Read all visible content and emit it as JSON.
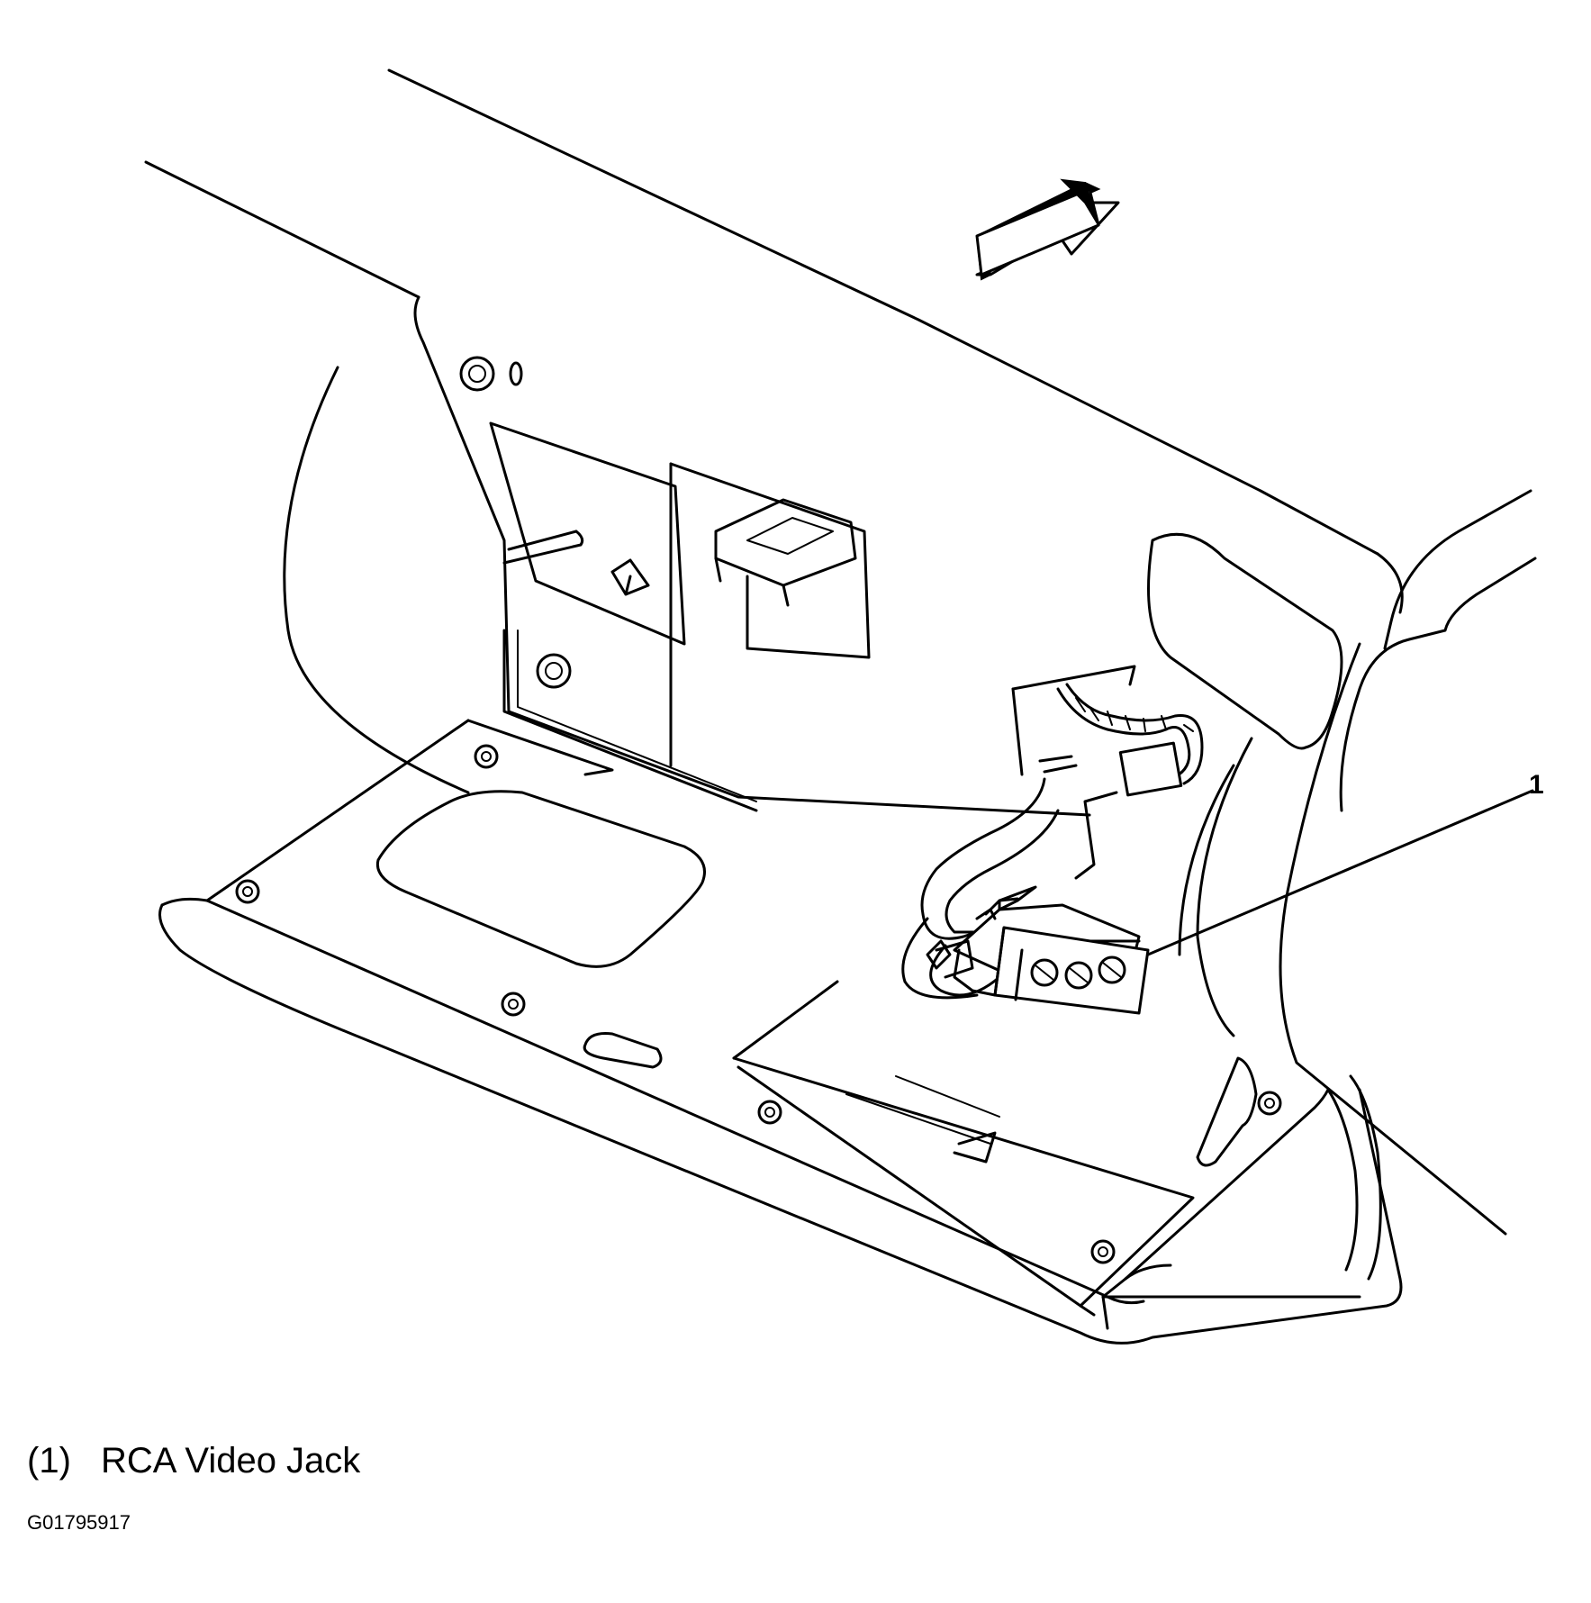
{
  "diagram": {
    "callout_number": "1",
    "legend": [
      {
        "number": "(1)",
        "label": "RCA Video Jack"
      }
    ],
    "figure_id": "G01795917",
    "icons": [
      "direction-arrow-icon"
    ],
    "colors": {
      "line": "#000000",
      "background": "#ffffff"
    }
  }
}
